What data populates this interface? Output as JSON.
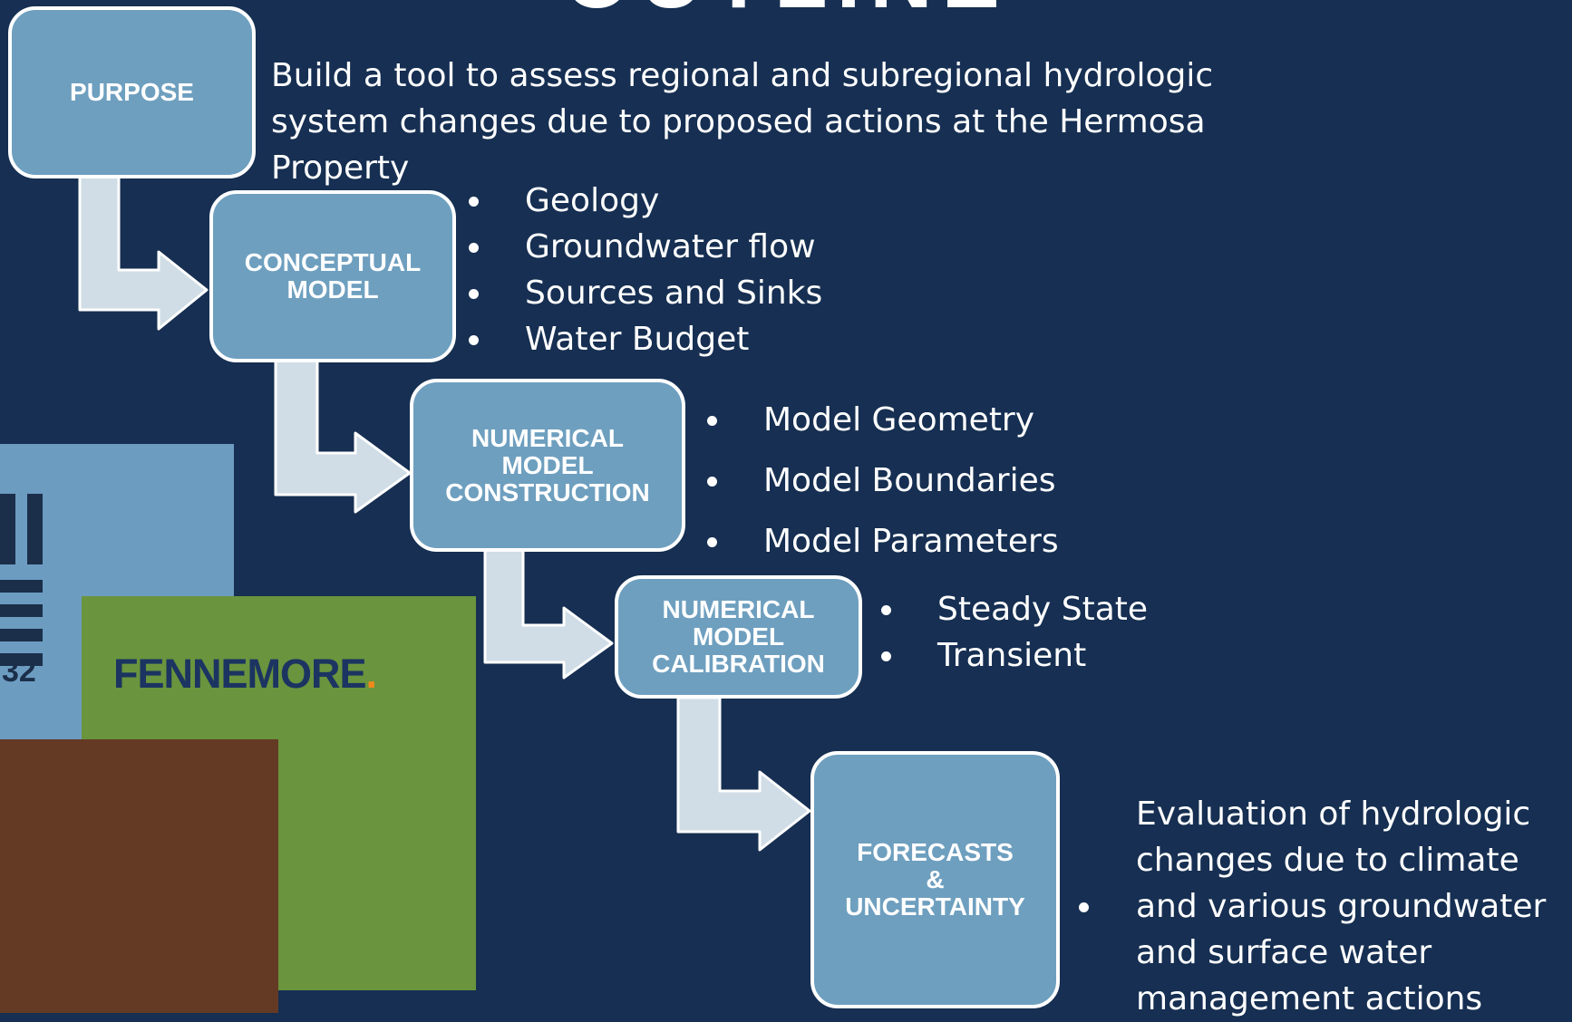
{
  "slide": {
    "title": "OUTLINE",
    "colors": {
      "background": "#162f52",
      "box_fill": "#6e9fbf",
      "arrow_fill": "#d0dde6",
      "deco_blue": "#6d9cc1",
      "deco_green": "#6a943d",
      "deco_brown": "#643a25",
      "accent_orange": "#f08a1c"
    }
  },
  "steps": [
    {
      "label": "PURPOSE",
      "description": "Build a tool to assess regional and subregional hydrologic system changes due to proposed actions at the Hermosa Property",
      "bullets": []
    },
    {
      "label": "CONCEPTUAL\nMODEL",
      "bullets": [
        "Geology",
        "Groundwater flow",
        "Sources and Sinks",
        "Water Budget"
      ]
    },
    {
      "label": "NUMERICAL\nMODEL\nCONSTRUCTION",
      "bullets": [
        "Model Geometry",
        "Model Boundaries",
        "Model Parameters"
      ]
    },
    {
      "label": "NUMERICAL\nMODEL\nCALIBRATION",
      "bullets": [
        "Steady State",
        "Transient"
      ]
    },
    {
      "label": "FORECASTS\n&\nUNCERTAINTY",
      "bullets": [
        "Evaluation of hydrologic changes due to climate and various groundwater and surface water management actions"
      ]
    }
  ],
  "logos": {
    "partial_number": "32",
    "fennemore": "FENNEMORE",
    "fennemore_dot": "."
  }
}
